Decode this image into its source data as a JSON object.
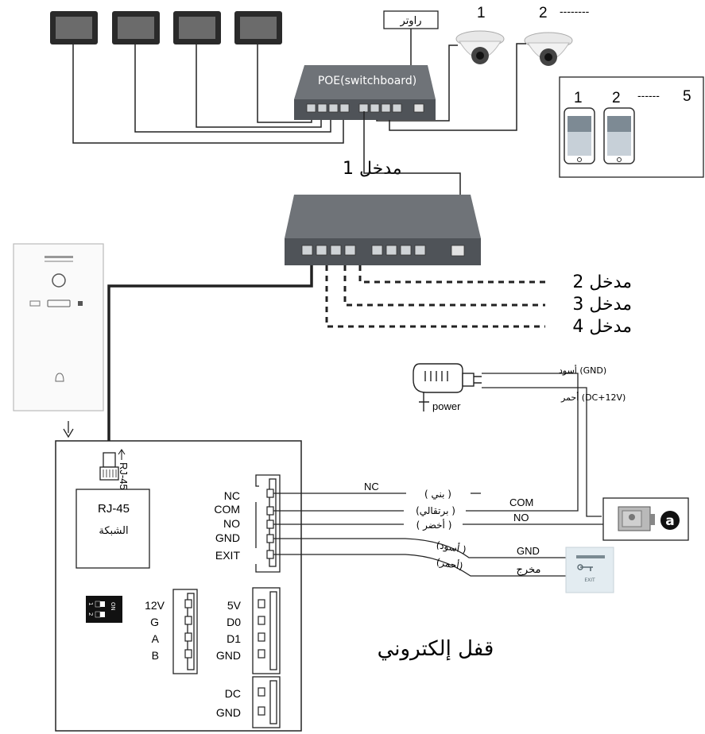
{
  "router_label": "راوتر",
  "camera_labels": [
    "1",
    "2",
    "--------"
  ],
  "switch_main_label": "POE(switchboard)",
  "phones": {
    "labels": [
      "1",
      "2",
      "------",
      "5"
    ]
  },
  "entrance_1": "مدخل 1",
  "entrances": [
    "مدخل 2",
    "مدخل 3",
    "مدخل 4"
  ],
  "rj45_arrow_label": "RJ-45",
  "rj45_box": {
    "title": "RJ-45",
    "subtitle": "الشبكة"
  },
  "dip_switch": {
    "on": "ON",
    "one": "1",
    "two": "2"
  },
  "terminal_main": [
    "NC",
    "COM",
    "NO",
    "GND",
    "EXIT"
  ],
  "terminal_left": [
    "12V",
    "G",
    "A",
    "B"
  ],
  "terminal_mid": [
    "5V",
    "D0",
    "D1",
    "GND"
  ],
  "terminal_dc": [
    "DC",
    "GND"
  ],
  "wire_colors": {
    "nc_color": "( بني )",
    "com_color": "( برتقالي)",
    "no_color": "( أخضر )",
    "gnd_color": "( أسود)",
    "exit_color": "(أحمر)"
  },
  "wire_labels": {
    "nc": "NC",
    "com": "COM",
    "no": "NO",
    "gnd": "GND",
    "exit": "مخرج"
  },
  "power": {
    "label": "power",
    "gnd": "(GND) أسود",
    "dc": "(DC+12V) أحمر"
  },
  "lock_badge": "a",
  "exit_button_text": "EXIT",
  "lock_title": "قفل إلكتروني"
}
